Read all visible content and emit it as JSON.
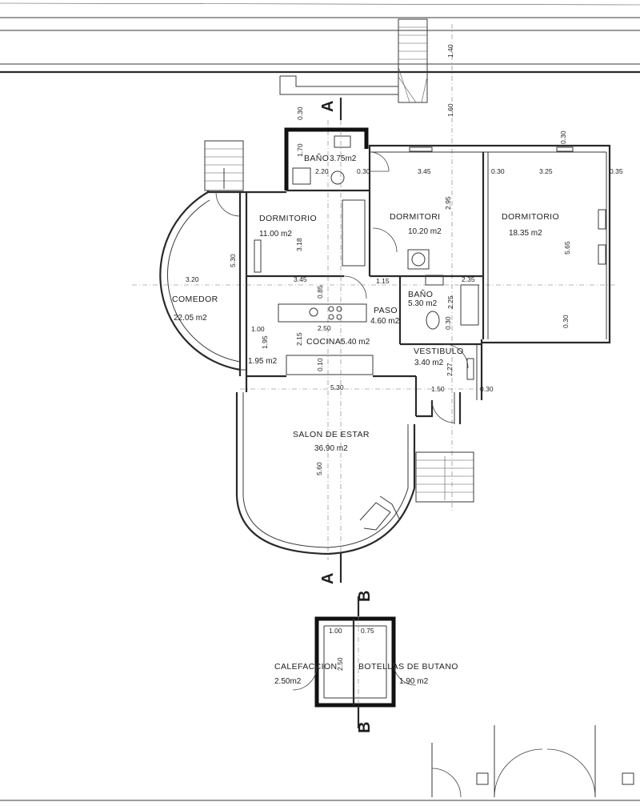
{
  "rooms": {
    "bano_top": {
      "name": "BAÑO",
      "area": "3.75m2"
    },
    "dormitorio_1": {
      "name": "DORMITORIO",
      "area": "11.00 m2"
    },
    "dormitorio_2": {
      "name": "DORMITORI",
      "area": "10.20 m2"
    },
    "dormitorio_3": {
      "name": "DORMITORIO",
      "area": "18.35 m2"
    },
    "comedor": {
      "name": "COMEDOR",
      "area": "22.05 m2"
    },
    "cocina": {
      "name": "COCINA",
      "area": "5.40 m2"
    },
    "paso": {
      "name": "PASO",
      "area": "4.60 m2"
    },
    "bano_mid": {
      "name": "BAÑO",
      "area": "5.30 m2"
    },
    "vestibulo": {
      "name": "VESTIBULO",
      "area": "3.40 m2"
    },
    "salon": {
      "name": "SALON DE ESTAR",
      "area": "36.90 m2"
    },
    "despensa": {
      "area": "1.95 m2"
    },
    "calefaccion": {
      "name": "CALEFACCION",
      "area": "2.50m2"
    },
    "butano": {
      "name": "BOTELLAS DE BUTANO",
      "area": "1.90 m2"
    }
  },
  "dimensions": {
    "d_140": "1.40",
    "d_160": "1.60",
    "d_030_a": "0.30",
    "d_170": "1.70",
    "d_220": "2.20",
    "d_030_b": "0.30",
    "d_345_top": "3.45",
    "d_030_c": "0.30",
    "d_325": "3.25",
    "d_035": "0.35",
    "d_030_d": "0.30",
    "d_295": "2.95",
    "d_565": "5.65",
    "d_530_v": "5.30",
    "d_318": "3.18",
    "d_320": "3.20",
    "d_345_mid": "3.45",
    "d_115": "1.15",
    "d_235": "2.35",
    "d_225": "2.25",
    "d_030_e": "0.30",
    "d_030_f": "0.30",
    "d_085": "0.85",
    "d_250": "2.50",
    "d_100": "1.00",
    "d_195": "1.95",
    "d_215": "2.15",
    "d_010": "0.10",
    "d_227": "2.27",
    "d_530_h": "5.30",
    "d_150": "1.50",
    "d_030_g": "0.30",
    "d_560": "5.60",
    "d_100_small": "1.00",
    "d_075": "0.75",
    "d_250_small": "2.50"
  },
  "section_marks": {
    "a_top": "A",
    "a_bottom": "A",
    "b_top": "B",
    "b_bottom": "B"
  }
}
